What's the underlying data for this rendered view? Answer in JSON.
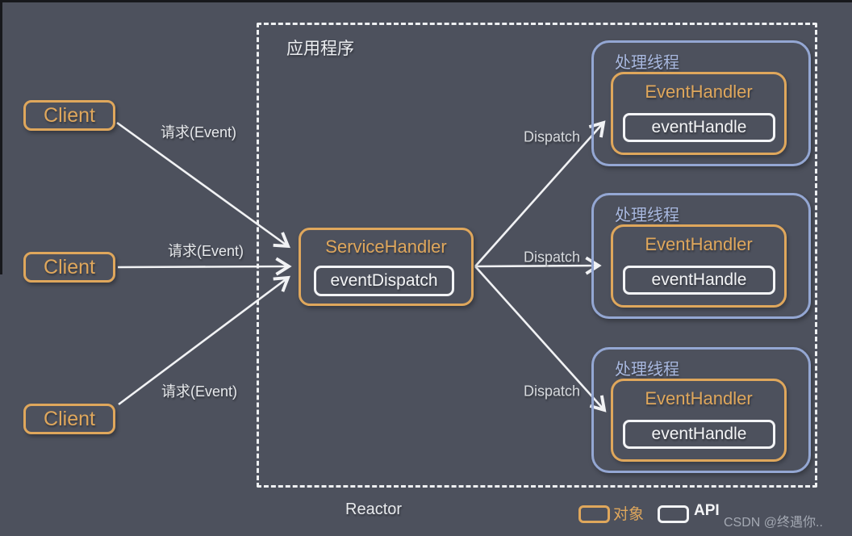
{
  "colors": {
    "background": "#4d515d",
    "orange": "#dfa75c",
    "blue": "#94a7d3",
    "white": "#eef0f2"
  },
  "clients": [
    {
      "label": "Client"
    },
    {
      "label": "Client"
    },
    {
      "label": "Client"
    }
  ],
  "request_labels": [
    {
      "text": "请求(Event)"
    },
    {
      "text": "请求(Event)"
    },
    {
      "text": "请求(Event)"
    }
  ],
  "app_box": {
    "label": "应用程序"
  },
  "service_handler": {
    "title": "ServiceHandler",
    "method": "eventDispatch"
  },
  "dispatch_labels": [
    {
      "text": "Dispatch"
    },
    {
      "text": "Dispatch"
    },
    {
      "text": "Dispatch"
    }
  ],
  "thread_groups": [
    {
      "label": "处理线程",
      "handler_title": "EventHandler",
      "method": "eventHandle"
    },
    {
      "label": "处理线程",
      "handler_title": "EventHandler",
      "method": "eventHandle"
    },
    {
      "label": "处理线程",
      "handler_title": "EventHandler",
      "method": "eventHandle"
    }
  ],
  "footer": {
    "reactor_label": "Reactor"
  },
  "legend": {
    "object_label": "对象",
    "api_label": "API"
  },
  "watermark": {
    "text": "CSDN @终遇你.."
  }
}
